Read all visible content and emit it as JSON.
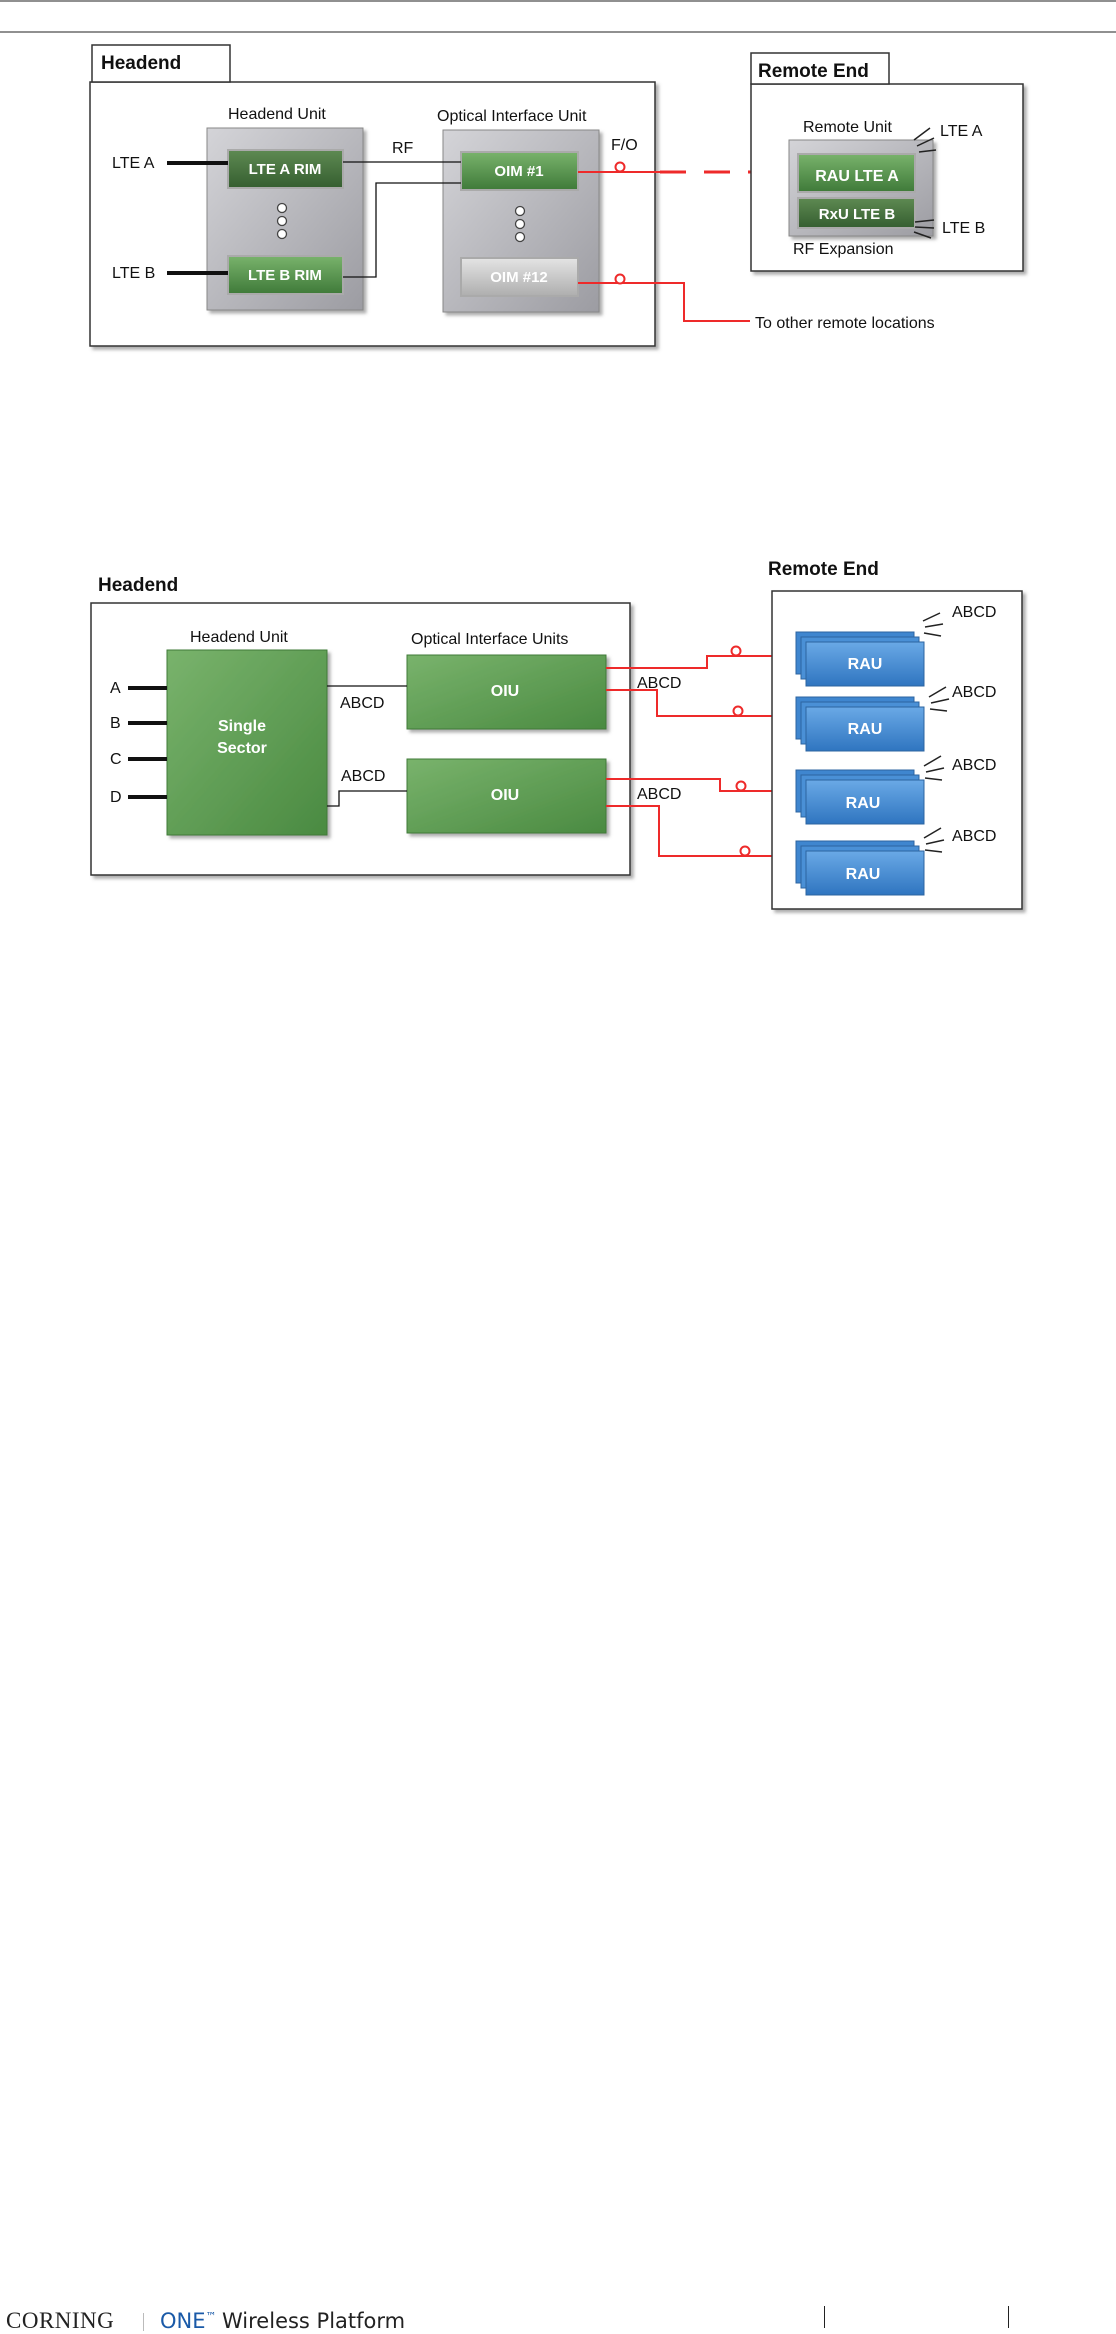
{
  "diagram1": {
    "headend_title": "Headend",
    "headend_unit_label": "Headend Unit",
    "oiu_label": "Optical Interface Unit",
    "lte_a_input": "LTE A",
    "lte_b_input": "LTE B",
    "lte_a_rim": "LTE A RIM",
    "lte_b_rim": "LTE B RIM",
    "rf_label": "RF",
    "fo_label": "F/O",
    "oim1": "OIM #1",
    "oim12": "OIM #12",
    "remote_title": "Remote End",
    "remote_unit_label": "Remote Unit",
    "rau_lte_a": "RAU LTE A",
    "rxu_lte_b": "RxU LTE B",
    "rf_expansion": "RF Expansion",
    "antenna_lte_a": "LTE A",
    "antenna_lte_b": "LTE B",
    "other_remote": "To other remote locations"
  },
  "diagram2": {
    "headend_title": "Headend",
    "remote_title": "Remote End",
    "headend_unit_label": "Headend Unit",
    "oiu_label": "Optical Interface Units",
    "inputs": [
      "A",
      "B",
      "C",
      "D"
    ],
    "single_sector_1": "Single",
    "single_sector_2": "Sector",
    "abcd_top": "ABCD",
    "abcd_bottom": "ABCD",
    "oiu_top": "OIU",
    "oiu_bottom": "OIU",
    "abcd_fiber_top": "ABCD",
    "abcd_fiber_bottom": "ABCD",
    "rau_labels": [
      "RAU",
      "RAU",
      "RAU",
      "RAU"
    ],
    "rau_antenna_labels": [
      "ABCD",
      "ABCD",
      "ABCD",
      "ABCD"
    ]
  },
  "footer": {
    "brand": "CORNING",
    "product_one": "ONE",
    "tm": "™",
    "product_rest": " Wireless Platform"
  },
  "colors": {
    "green": "#5a9a4e",
    "green_dark": "#3f7a39",
    "blue": "#3f86cf",
    "gray_panel": "#b9b9be",
    "fiber_red": "#ee2a2a"
  }
}
